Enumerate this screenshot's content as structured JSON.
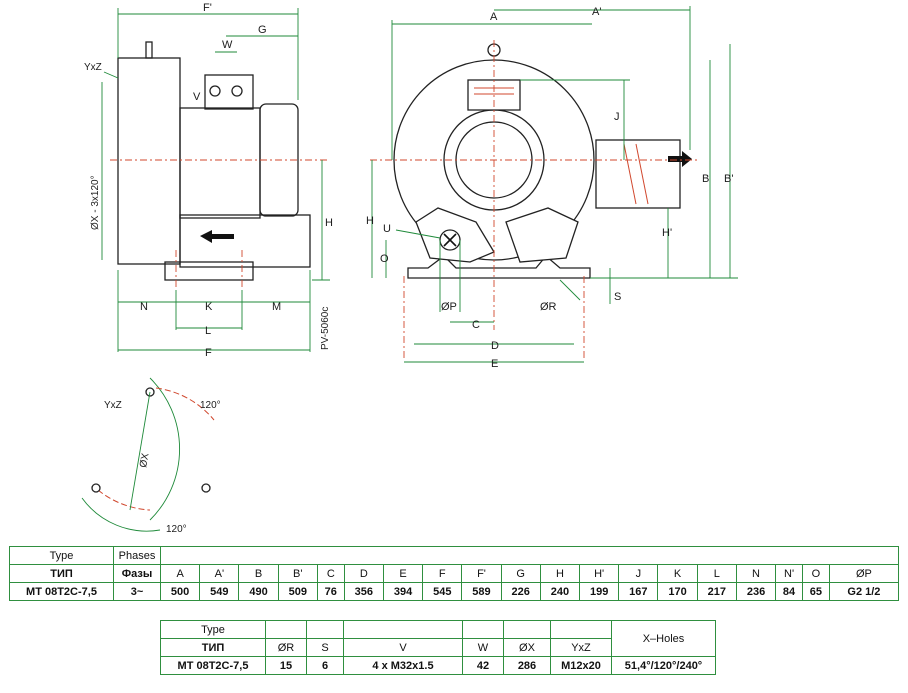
{
  "drawing": {
    "side_view": {
      "label_f_prime": "F'",
      "label_g": "G",
      "label_w": "W",
      "label_v": "V",
      "label_yxz": "YxZ",
      "label_x_holes": "ØX - 3x120°",
      "label_h": "H",
      "label_n": "N",
      "label_k": "K",
      "label_m": "M",
      "label_l": "L",
      "label_f": "F",
      "model_code": "PV-5060c"
    },
    "front_view": {
      "label_a": "A",
      "label_a_prime": "A'",
      "label_j": "J",
      "label_b": "B",
      "label_b_prime": "B'",
      "label_h": "H",
      "label_h_prime": "H'",
      "label_u": "U",
      "label_o": "O",
      "label_p": "ØP",
      "label_c": "C",
      "label_r": "ØR",
      "label_s": "S",
      "label_d": "D",
      "label_e": "E"
    },
    "detail_view": {
      "label_yxz": "YxZ",
      "label_x": "ØX",
      "label_angle_top": "120°",
      "label_angle_bottom": "120°"
    }
  },
  "table1": {
    "type_en": "Type",
    "phases_en": "Phases",
    "type_ru": "ТИП",
    "phases_ru": "Фазы",
    "columns": [
      "A",
      "A'",
      "B",
      "B'",
      "C",
      "D",
      "E",
      "F",
      "F'",
      "G",
      "H",
      "H'",
      "J",
      "K",
      "L",
      "N",
      "N'",
      "O",
      "ØP"
    ],
    "row": {
      "model": "MT 08T2C-7,5",
      "phases": "3~",
      "values": [
        "500",
        "549",
        "490",
        "509",
        "76",
        "356",
        "394",
        "545",
        "589",
        "226",
        "240",
        "199",
        "167",
        "170",
        "217",
        "236",
        "84",
        "65",
        "G2 1/2"
      ]
    }
  },
  "table2": {
    "type_en": "Type",
    "type_ru": "ТИП",
    "columns": [
      "ØR",
      "S",
      "V",
      "W",
      "ØX",
      "YxZ"
    ],
    "x_holes_header": "X–Holes",
    "row": {
      "model": "MT 08T2C-7,5",
      "values": [
        "15",
        "6",
        "4 x M32x1.5",
        "42",
        "286",
        "M12x20"
      ],
      "x_holes": "51,4°/120°/240°"
    }
  }
}
